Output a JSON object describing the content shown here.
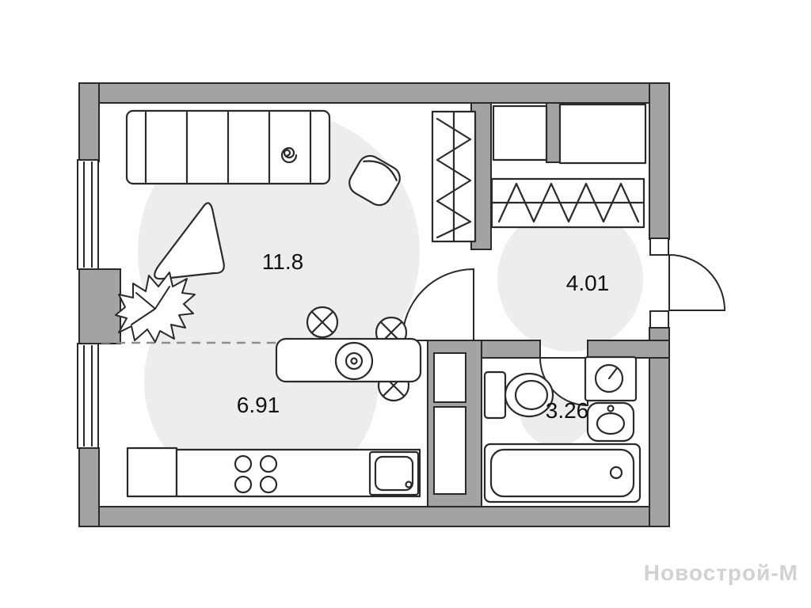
{
  "colors": {
    "background": "#ffffff",
    "wall": "#a3a3a3",
    "outline": "#2a2a2a",
    "room_shade": "#ededed",
    "label_text": "#111111",
    "watermark": "#d2d2d2"
  },
  "rooms": [
    {
      "name": "living-room",
      "area": "11.8"
    },
    {
      "name": "kitchen-zone",
      "area": "6.91"
    },
    {
      "name": "hallway",
      "area": "4.01"
    },
    {
      "name": "bathroom",
      "area": "3.26"
    }
  ],
  "watermark": {
    "text": "Новострой-М"
  },
  "symbols": [
    "sofa",
    "armchair",
    "rug",
    "plant",
    "wardrobe",
    "closet",
    "dining-table",
    "chair",
    "cooktop",
    "kitchen-sink",
    "fridge",
    "toilet",
    "washing-machine",
    "basin",
    "bathtub",
    "door-swing",
    "window",
    "duct-shaft",
    "zone-divider"
  ]
}
